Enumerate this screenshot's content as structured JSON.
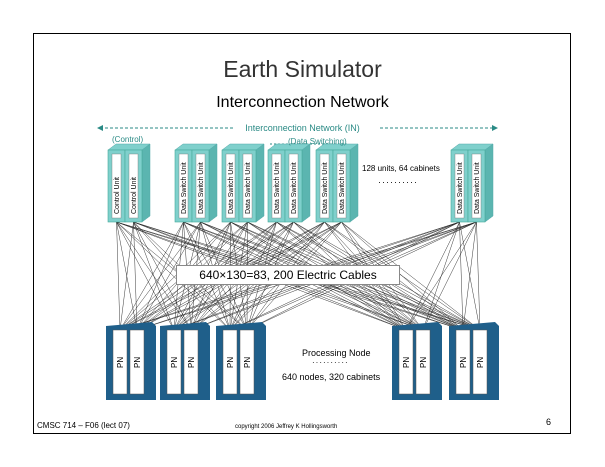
{
  "slide": {
    "title": "Earth Simulator",
    "subtitle": "Interconnection Network",
    "footer_left": "CMSC 714 – F06 (lect 07)",
    "footer_mid": "copyright 2006 Jeffrey K Hollingsworth",
    "page_number": "6"
  },
  "diagram": {
    "network_label": "Interconnection Network (IN)",
    "control_label": "(Control)",
    "data_switching_label": "(Data Switching)",
    "control_unit_label": "Control Unit",
    "data_switch_unit_label": "Data Switch Unit",
    "cabinet_count_label": "128 units, 64 cabinets",
    "dots": "··········",
    "cables_label": "640×130=83, 200 Electric Cables",
    "pn_label": "PN",
    "processing_node_label": "Processing Node",
    "processing_dots": "··········",
    "node_count_label": "640 nodes, 320 cabinets",
    "colors": {
      "cabinet_top": "#7fd0cc",
      "cabinet_face": "#ffffff",
      "node_cabinet": "#1f5f8a",
      "accent_text": "#2a8a85"
    }
  }
}
